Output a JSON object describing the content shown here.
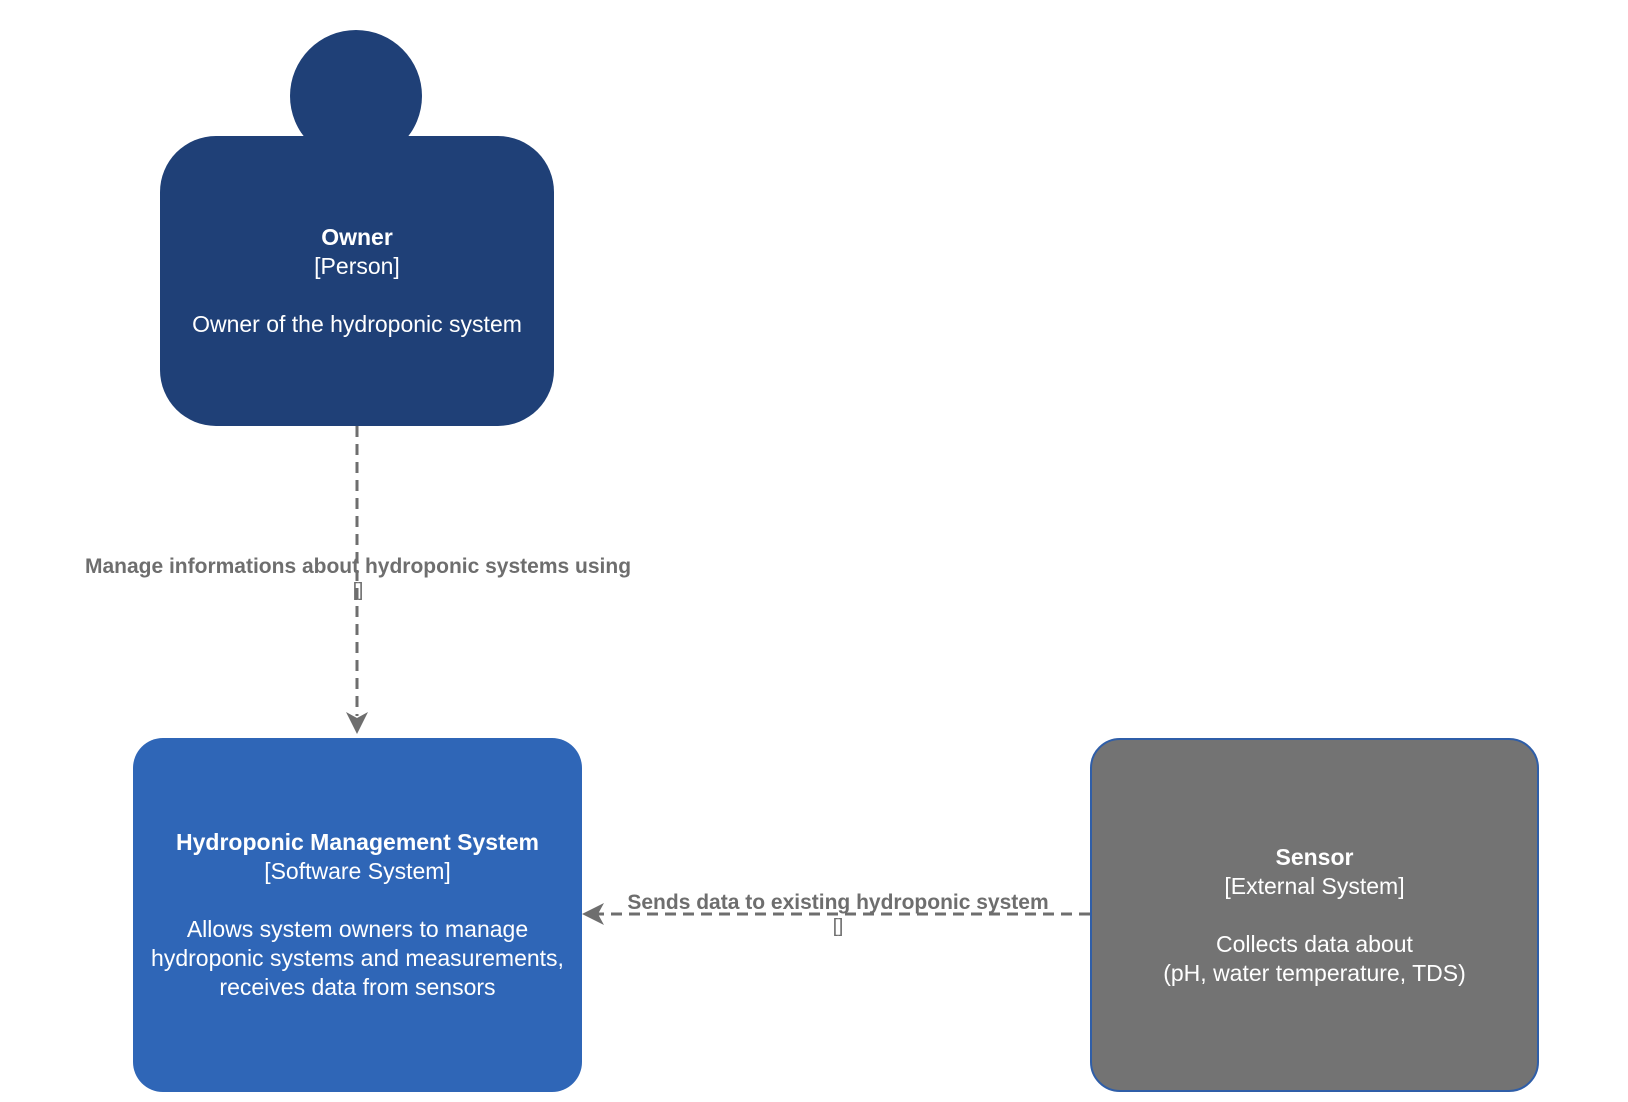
{
  "nodes": {
    "owner": {
      "title": "Owner",
      "type": "[Person]",
      "description": "Owner of the hydroponic system"
    },
    "system": {
      "title": "Hydroponic Management System",
      "type": "[Software System]",
      "description": "Allows system owners to manage\nhydroponic systems and measurements,\nreceives data from sensors"
    },
    "sensor": {
      "title": "Sensor",
      "type": "[External System]",
      "description": "Collects data about\n(pH, water temperature, TDS)"
    }
  },
  "edges": {
    "owner_to_system": {
      "label": "Manage informations about hydroponic systems using",
      "technology": "[]"
    },
    "sensor_to_system": {
      "label": "Sends data to existing hydroponic system",
      "technology": "[]"
    }
  },
  "colors": {
    "person": "#1f4077",
    "software_system": "#2f66b7",
    "external_system": "#737373",
    "relationship": "#6e6e6e"
  }
}
